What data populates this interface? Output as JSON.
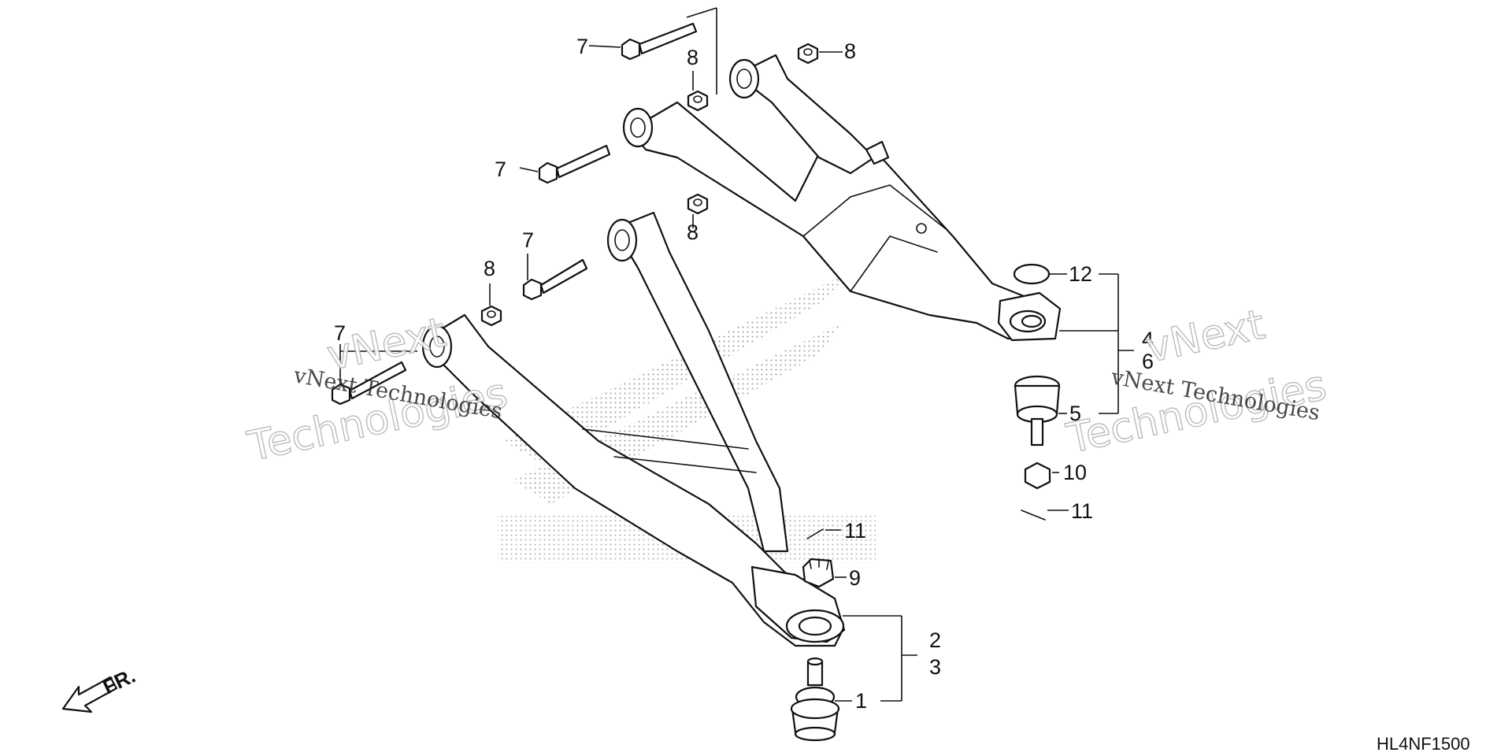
{
  "diagram_code": "HL4NF1500",
  "direction_label": "FR.",
  "watermark": {
    "line1": "vNext",
    "line2": "Technologies",
    "inline": "vNext Technologies"
  },
  "callouts": {
    "c7a": "7",
    "c7b": "7",
    "c7c": "7",
    "c7d": "7",
    "c8a": "8",
    "c8b": "8",
    "c8c": "8",
    "c8d": "8",
    "c12": "12",
    "c4": "4",
    "c6": "6",
    "c5": "5",
    "c10": "10",
    "c11a": "11",
    "c11b": "11",
    "c9": "9",
    "c2": "2",
    "c3": "3",
    "c1": "1"
  },
  "icons": {
    "direction": "front-arrow-icon"
  }
}
